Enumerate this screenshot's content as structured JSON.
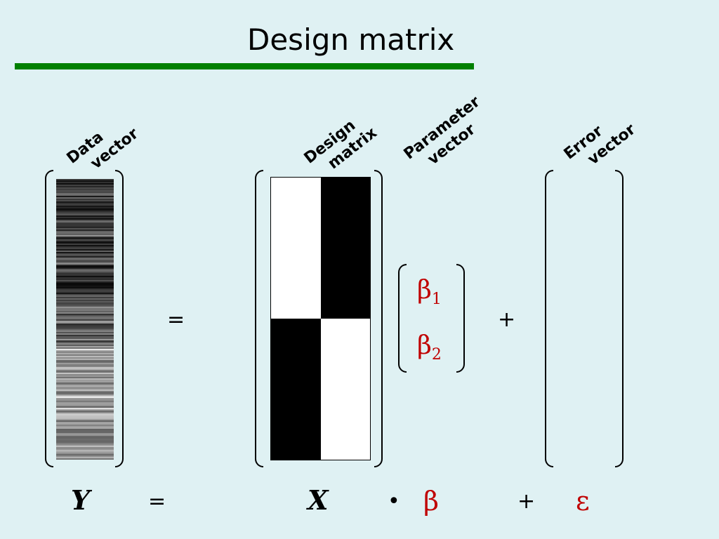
{
  "title": "Design matrix",
  "labels": {
    "data_vector": [
      "Data",
      "vector"
    ],
    "design_matrix": [
      "Design",
      "matrix"
    ],
    "parameter_vector": [
      "Parameter",
      "vector"
    ],
    "error_vector": [
      "Error",
      "vector"
    ]
  },
  "matrix_equation": {
    "equals": "=",
    "plus": "+",
    "parameters": [
      {
        "symbol": "β",
        "index": "1"
      },
      {
        "symbol": "β",
        "index": "2"
      }
    ],
    "design_cells": [
      [
        "white",
        "black"
      ],
      [
        "black",
        "white"
      ]
    ]
  },
  "formula": {
    "y": "Y",
    "equals": "=",
    "x": "X",
    "dot": "•",
    "beta": "β",
    "plus": "+",
    "epsilon": "ε"
  },
  "colors": {
    "background": "#dff1f3",
    "title_rule": "#008000",
    "parameter": "#c00000"
  }
}
